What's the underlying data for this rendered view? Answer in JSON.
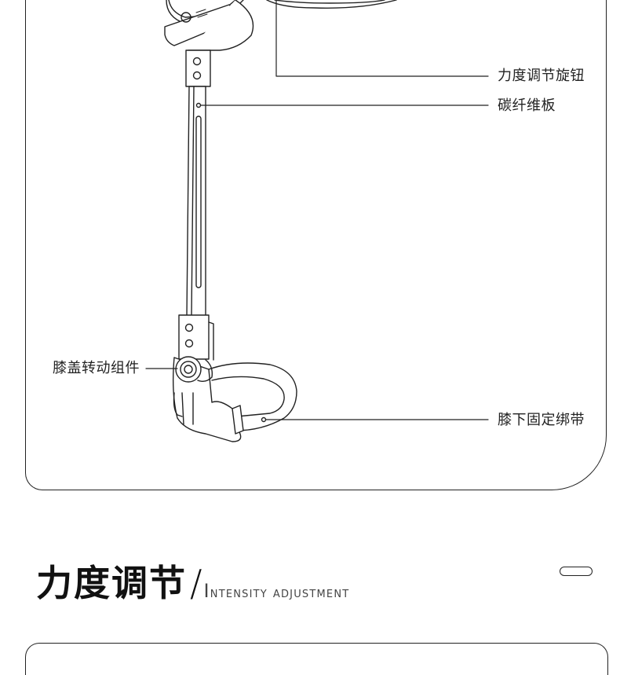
{
  "callouts": {
    "knob": "力度调节旋钮",
    "carbon_plate": "碳纤维板",
    "knee_assembly": "膝盖转动组件",
    "lower_strap": "膝下固定绑带"
  },
  "section": {
    "title_cn": "力度调节",
    "separator": "/",
    "title_en": "Intensity adjustment"
  }
}
